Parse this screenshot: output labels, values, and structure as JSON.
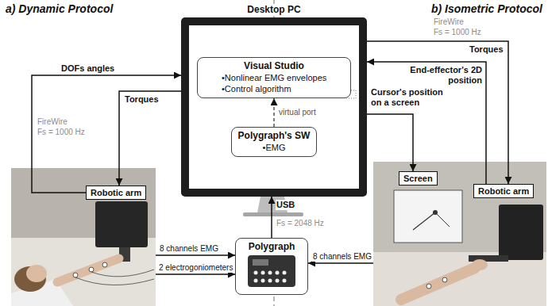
{
  "diagram": {
    "nodes": [
      {
        "text": [
          "Desktop PC"
        ]
      },
      {
        "text": [
          "Visual Studio",
          "•Nonlinear EMG envelopes",
          "•Control algorithm"
        ],
        "in": 0
      },
      {
        "text": [
          "Polygraph's SW",
          "•EMG"
        ],
        "in": 0
      },
      {
        "text": [
          "Robotic arm"
        ]
      },
      {
        "text": [
          "Screen"
        ]
      },
      {
        "text": [
          "Robotic arm"
        ]
      },
      {
        "text": [
          "Polygraph"
        ]
      }
    ],
    "edges": [
      {
        "from": 3,
        "to": 0,
        "label": "DOFs angles",
        "arrow": "to"
      },
      {
        "from": 0,
        "to": 3,
        "label": "Torques",
        "arrow": "to"
      },
      {
        "from": 2,
        "to": 1,
        "label": "virtual port",
        "arrow": "to"
      },
      {
        "from": 6,
        "to": 0,
        "label": "USB",
        "arrow": "to"
      },
      {
        "from": 0,
        "to": 5,
        "label": "Torques",
        "arrow": "to"
      },
      {
        "from": 5,
        "to": 0,
        "label": "End-effector's 2D position",
        "arrow": "to"
      },
      {
        "from": 0,
        "to": 4,
        "label": "Cursor's position on a screen",
        "arrow": "to"
      }
    ],
    "labels": [
      "a) Dynamic Protocol",
      "b) Isometric Protocol",
      "FireWire",
      "Fs = 1000 Hz",
      "FireWire",
      "Fs = 1000 Hz",
      "Fs = 2048 Hz",
      "8 channels EMG",
      "2 electrogoniometers",
      "8 channels EMG"
    ]
  }
}
